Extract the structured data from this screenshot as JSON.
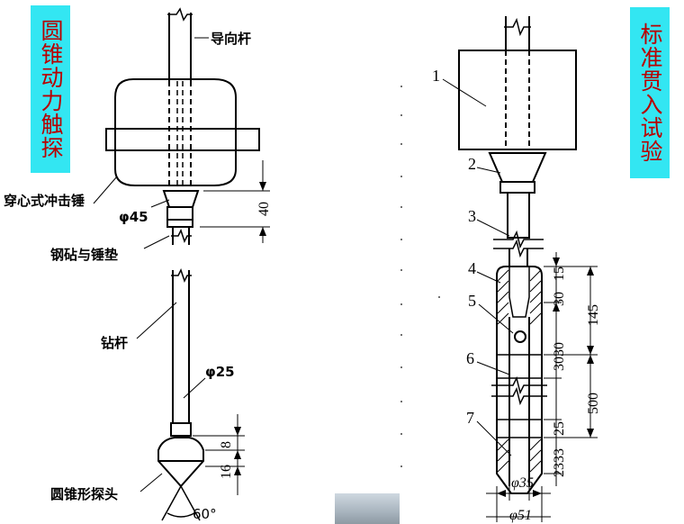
{
  "left_banner": {
    "text": "圆锥动力触探",
    "bg_color": "#33e6f2",
    "text_color": "#b80000"
  },
  "right_banner": {
    "text": "标准贯入试验",
    "bg_color": "#33e6f2",
    "text_color": "#b80000"
  },
  "left_labels": {
    "guide_rod": "导向杆",
    "hammer": "穿心式冲击锤",
    "anvil_diameter": "φ45",
    "anvil": "钢砧与锤垫",
    "drill_rod": "钻杆",
    "rod_diameter": "φ25",
    "cone_head": "圆锥形探头",
    "cone_angle": "60°",
    "dim_40": "40",
    "dim_8": "8",
    "dim_16": "16"
  },
  "right_labels": {
    "part_1": "1",
    "part_2": "2",
    "part_3": "3",
    "part_4": "4",
    "part_5": "5",
    "part_6": "6",
    "part_7": "7",
    "dim_15": "15",
    "dim_30a": "30",
    "dim_145": "145",
    "dim_3030": "3030",
    "dim_500": "500",
    "dim_25": "25",
    "dim_2333": "2333",
    "dim_phi35": "φ35",
    "dim_phi51": "φ51"
  }
}
